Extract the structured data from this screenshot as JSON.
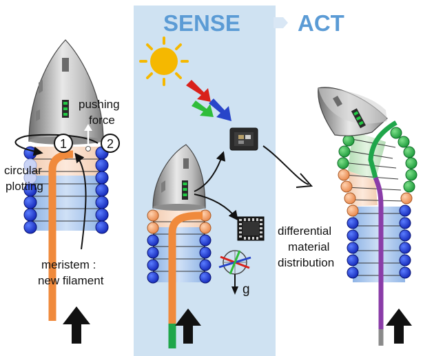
{
  "header": {
    "sense": "SENSE",
    "act": "ACT"
  },
  "left_panel": {
    "pushing": "pushing",
    "force": "force",
    "marker_1": "1",
    "marker_2": "2",
    "circular": "circular",
    "plotting": "plotting",
    "meristem": "meristem :",
    "new_filament": "new filament"
  },
  "middle_panel": {
    "gravity_label": "g"
  },
  "right_panel": {
    "differential": "differential",
    "material": "material",
    "distribution": "distribution"
  },
  "colors": {
    "panel_background": "#cfe2f2",
    "header_text": "#5b9bd5",
    "bead_blue": "#1f3fd0",
    "bead_orange": "#f5a36b",
    "bead_green": "#22aa44",
    "filament_orange": "#f08a3c",
    "filament_purple": "#8a3ca8",
    "filament_green": "#1fa64a",
    "sun": "#f5b800",
    "ray_red": "#d9211b",
    "ray_green": "#2fbd3a",
    "ray_blue": "#2845c9"
  }
}
